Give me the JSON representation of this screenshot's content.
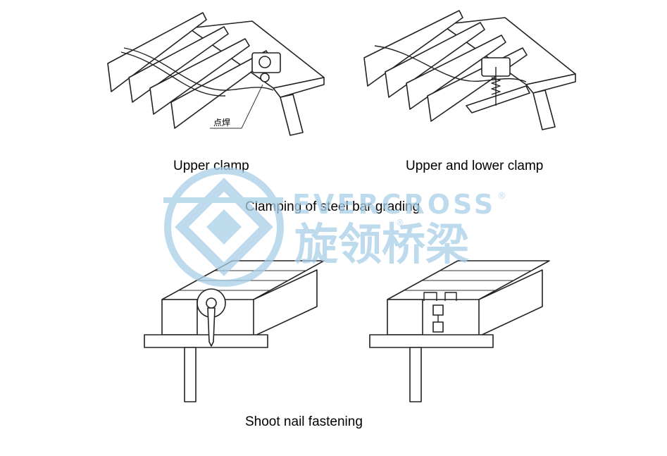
{
  "figures": {
    "upper_clamp": {
      "caption": "Upper clamp",
      "callout": "点焊"
    },
    "upper_lower_clamp": {
      "caption": "Upper and lower clamp"
    },
    "shoot_nail_left": {},
    "shoot_nail_right": {}
  },
  "section_title": "Clamping of steel bar grading",
  "bottom_caption": "Shoot nail fastening",
  "watermark": {
    "brand_en": "EVERCROSS",
    "brand_cn": "旋领桥梁",
    "registered_mark": "®",
    "color": "#a9cfe9"
  }
}
